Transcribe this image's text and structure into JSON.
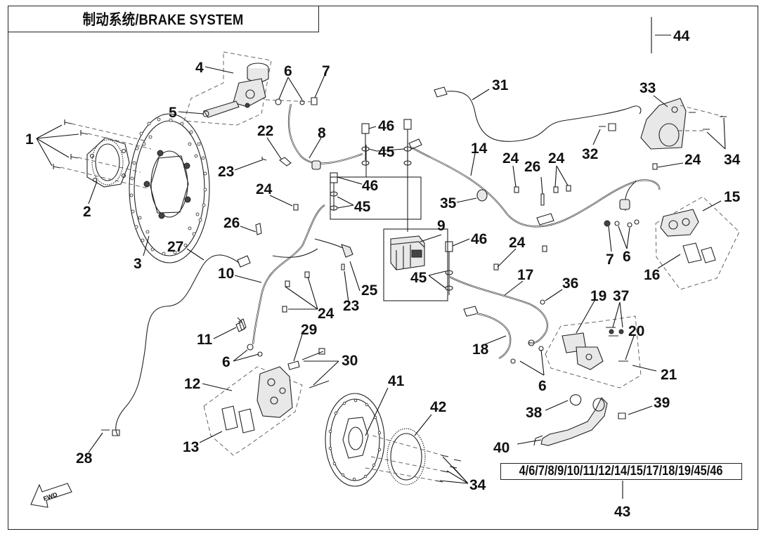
{
  "title": "制动系统/BRAKE SYSTEM",
  "kit_list": "4/6/7/8/9/10/11/12/14/15/17/18/19/45/46",
  "fwd_label": "FWD",
  "callouts": [
    {
      "id": "c1",
      "label": "1"
    },
    {
      "id": "c2",
      "label": "2"
    },
    {
      "id": "c3",
      "label": "3"
    },
    {
      "id": "c4",
      "label": "4"
    },
    {
      "id": "c5",
      "label": "5"
    },
    {
      "id": "c6a",
      "label": "6"
    },
    {
      "id": "c7a",
      "label": "7"
    },
    {
      "id": "c8",
      "label": "8"
    },
    {
      "id": "c22",
      "label": "22"
    },
    {
      "id": "c23a",
      "label": "23"
    },
    {
      "id": "c24a",
      "label": "24"
    },
    {
      "id": "c46a",
      "label": "46"
    },
    {
      "id": "c45a",
      "label": "45"
    },
    {
      "id": "c46b",
      "label": "46"
    },
    {
      "id": "c45b",
      "label": "45"
    },
    {
      "id": "c26a",
      "label": "26"
    },
    {
      "id": "c27",
      "label": "27"
    },
    {
      "id": "c10",
      "label": "10"
    },
    {
      "id": "c24b",
      "label": "24"
    },
    {
      "id": "c25",
      "label": "25"
    },
    {
      "id": "c23b",
      "label": "23"
    },
    {
      "id": "c9",
      "label": "9"
    },
    {
      "id": "c46c",
      "label": "46"
    },
    {
      "id": "c45c",
      "label": "45"
    },
    {
      "id": "c11",
      "label": "11"
    },
    {
      "id": "c6b",
      "label": "6"
    },
    {
      "id": "c29",
      "label": "29"
    },
    {
      "id": "c30",
      "label": "30"
    },
    {
      "id": "c12",
      "label": "12"
    },
    {
      "id": "c13",
      "label": "13"
    },
    {
      "id": "c28",
      "label": "28"
    },
    {
      "id": "c31",
      "label": "31"
    },
    {
      "id": "c14",
      "label": "14"
    },
    {
      "id": "c35",
      "label": "35"
    },
    {
      "id": "c24c",
      "label": "24"
    },
    {
      "id": "c26b",
      "label": "26"
    },
    {
      "id": "c24d",
      "label": "24"
    },
    {
      "id": "c32",
      "label": "32"
    },
    {
      "id": "c33",
      "label": "33"
    },
    {
      "id": "c34a",
      "label": "34"
    },
    {
      "id": "c24e",
      "label": "24"
    },
    {
      "id": "c15",
      "label": "15"
    },
    {
      "id": "c7b",
      "label": "7"
    },
    {
      "id": "c6c",
      "label": "6"
    },
    {
      "id": "c16",
      "label": "16"
    },
    {
      "id": "c44",
      "label": "44"
    },
    {
      "id": "c24f",
      "label": "24"
    },
    {
      "id": "c17",
      "label": "17"
    },
    {
      "id": "c36",
      "label": "36"
    },
    {
      "id": "c19",
      "label": "19"
    },
    {
      "id": "c37",
      "label": "37"
    },
    {
      "id": "c20",
      "label": "20"
    },
    {
      "id": "c21",
      "label": "21"
    },
    {
      "id": "c18",
      "label": "18"
    },
    {
      "id": "c6d",
      "label": "6"
    },
    {
      "id": "c38",
      "label": "38"
    },
    {
      "id": "c39",
      "label": "39"
    },
    {
      "id": "c40",
      "label": "40"
    },
    {
      "id": "c41",
      "label": "41"
    },
    {
      "id": "c42",
      "label": "42"
    },
    {
      "id": "c34b",
      "label": "34"
    },
    {
      "id": "c43",
      "label": "43"
    }
  ]
}
